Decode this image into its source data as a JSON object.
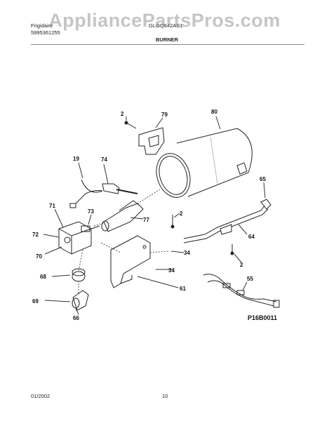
{
  "header": {
    "brand": "Frigidaire",
    "model_left": "5995361255",
    "publication": "GLGQ642AS1",
    "section_title": "BURNER"
  },
  "watermark": "AppliancePartsPros.com",
  "callouts": {
    "c2a": "2",
    "c79": "79",
    "c80": "80",
    "c19": "19",
    "c74": "74",
    "c71": "71",
    "c73": "73",
    "c72": "72",
    "c70": "70",
    "c77": "77",
    "c2b": "2",
    "c65": "65",
    "c64": "64",
    "c34a": "34",
    "c34b": "34",
    "c2c": "2",
    "c68": "68",
    "c69": "69",
    "c66": "66",
    "c61": "61",
    "c55": "55"
  },
  "diagram_code": "P16B0011",
  "footer": {
    "date": "01/2002",
    "page": "10"
  }
}
